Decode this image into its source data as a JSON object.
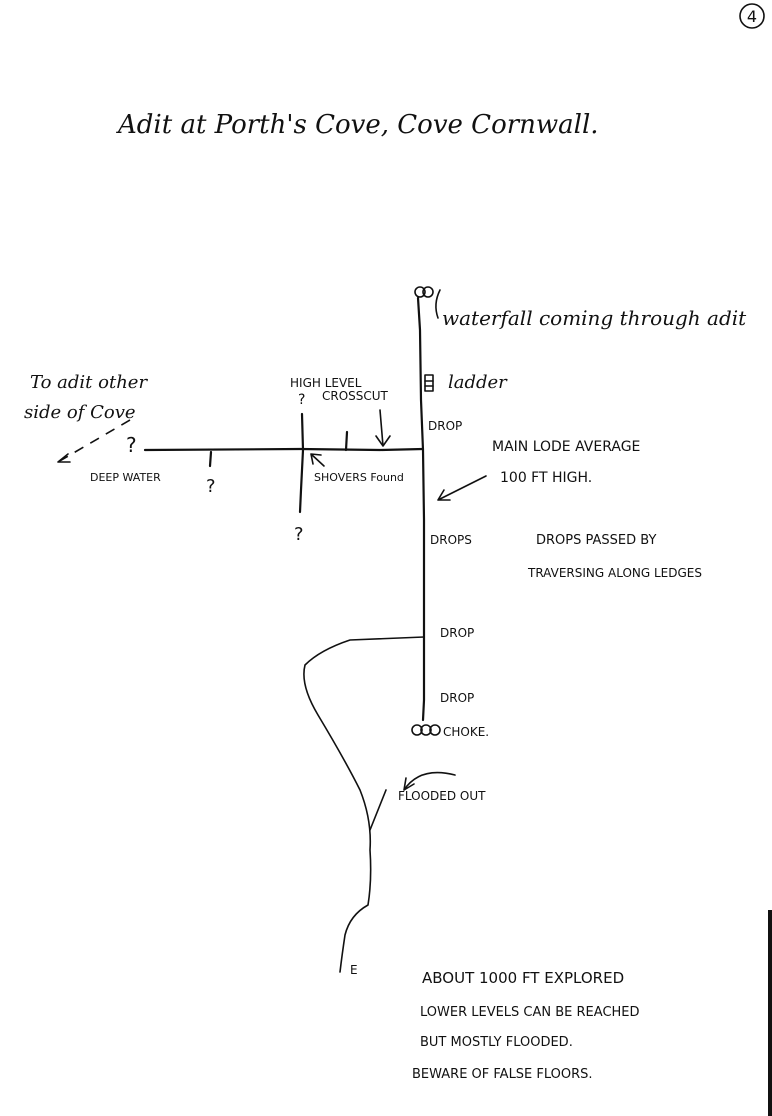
{
  "page_number": "4",
  "title": "Adit at Porth's Cove, Cove Cornwall.",
  "labels": {
    "waterfall": "waterfall coming through adit",
    "ladder": "ladder",
    "to_other_side_1": "To adit other",
    "to_other_side_2": "side of Cove",
    "high_level_1": "HIGH LEVEL",
    "high_level_2": "CROSSCUT",
    "q_high_level": "?",
    "q_deep_water": "?",
    "q_mid": "?",
    "q_lower": "?",
    "deep_water": "DEEP WATER",
    "showers_found": "SHOVERS Found",
    "drop1": "DROP",
    "main_lode_1": "MAIN LODE AVERAGE",
    "main_lode_2": "100 FT HIGH.",
    "drops": "DROPS",
    "drops_passed_1": "DROPS PASSED BY",
    "drops_passed_2": "TRAVERSING ALONG LEDGES",
    "drop2": "DROP",
    "drop3": "DROP",
    "choke": "CHOKE.",
    "flooded_out": "FLOODED OUT",
    "end_mark": "E",
    "note_1": "ABOUT 1000 FT EXPLORED",
    "note_2": "LOWER LEVELS CAN BE REACHED",
    "note_3": "BUT MOSTLY FLOODED.",
    "note_4": "BEWARE OF FALSE FLOORS."
  }
}
